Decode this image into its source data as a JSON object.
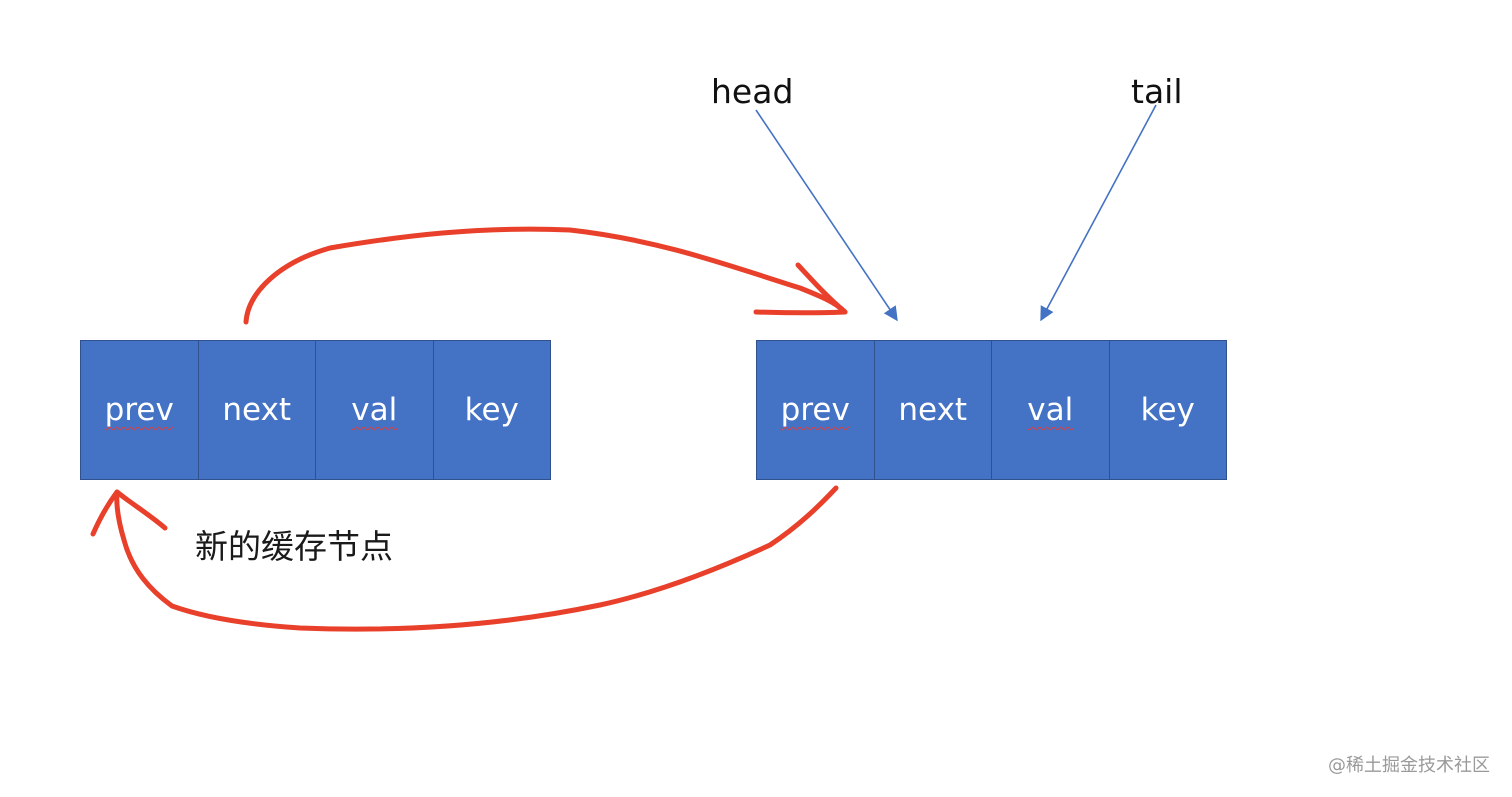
{
  "pointers": {
    "head": "head",
    "tail": "tail"
  },
  "nodes": {
    "new_node": {
      "fields": [
        "prev",
        "next",
        "val",
        "key"
      ]
    },
    "head_node": {
      "fields": [
        "prev",
        "next",
        "val",
        "key"
      ]
    }
  },
  "caption": "新的缓存节点",
  "watermark": "@稀土掘金技术社区",
  "colors": {
    "node_fill": "#4472C4",
    "node_border": "#2F528F",
    "pointer_arrow": "#4472C4",
    "red_arrow": "#E8402A"
  }
}
